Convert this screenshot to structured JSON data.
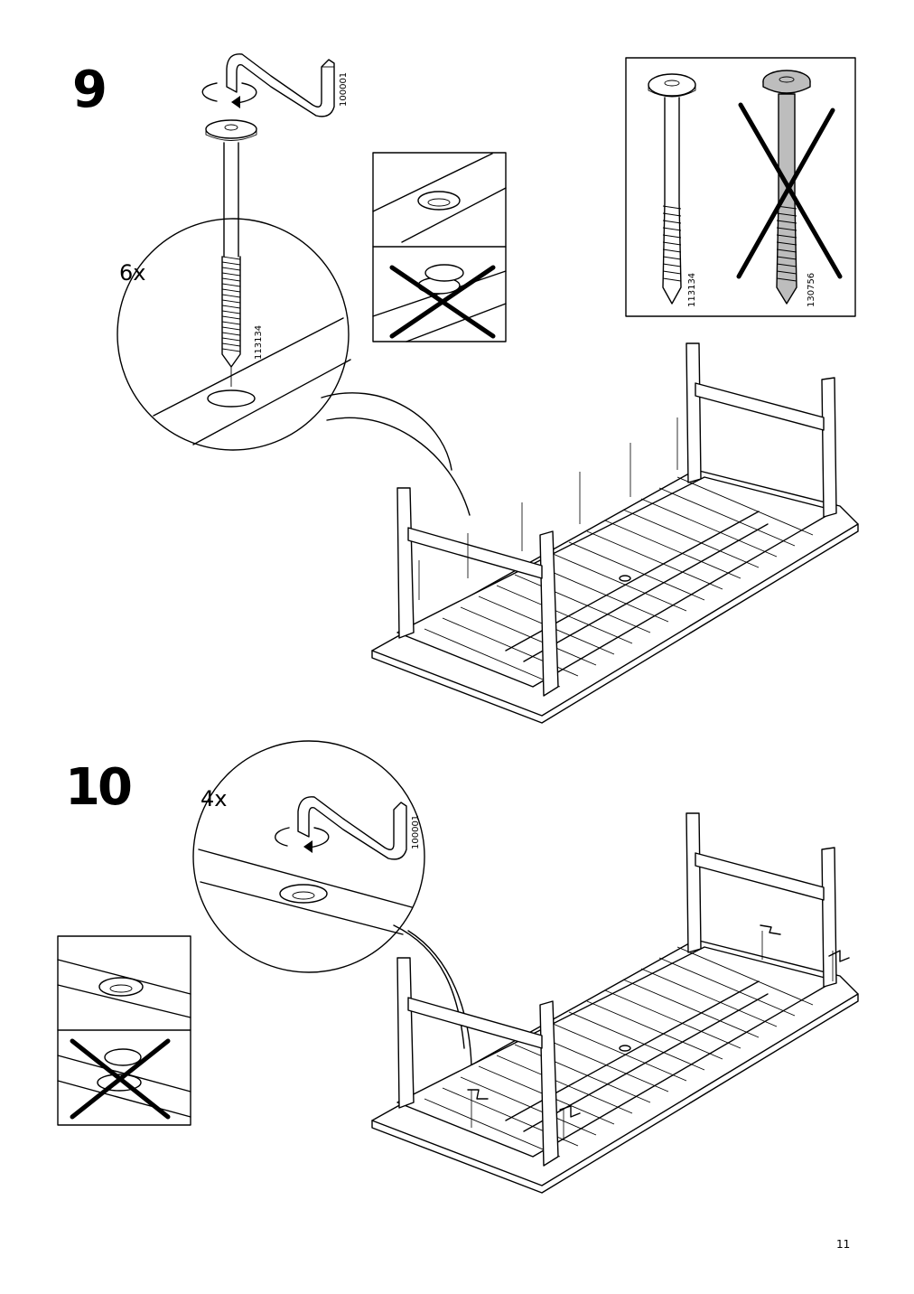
{
  "page": {
    "number": "11"
  },
  "steps": [
    {
      "number": "9",
      "quantity": "6x",
      "tool_code": "100001",
      "screw_code": "113134"
    },
    {
      "number": "10",
      "quantity": "4x",
      "tool_code": "100001"
    }
  ],
  "screw_comparison": {
    "correct_code": "113134",
    "wrong_code": "130756"
  },
  "icons": [
    "allen-key-icon",
    "rotate-arrow-icon",
    "screw-icon",
    "cross-out-icon",
    "table-icon"
  ]
}
